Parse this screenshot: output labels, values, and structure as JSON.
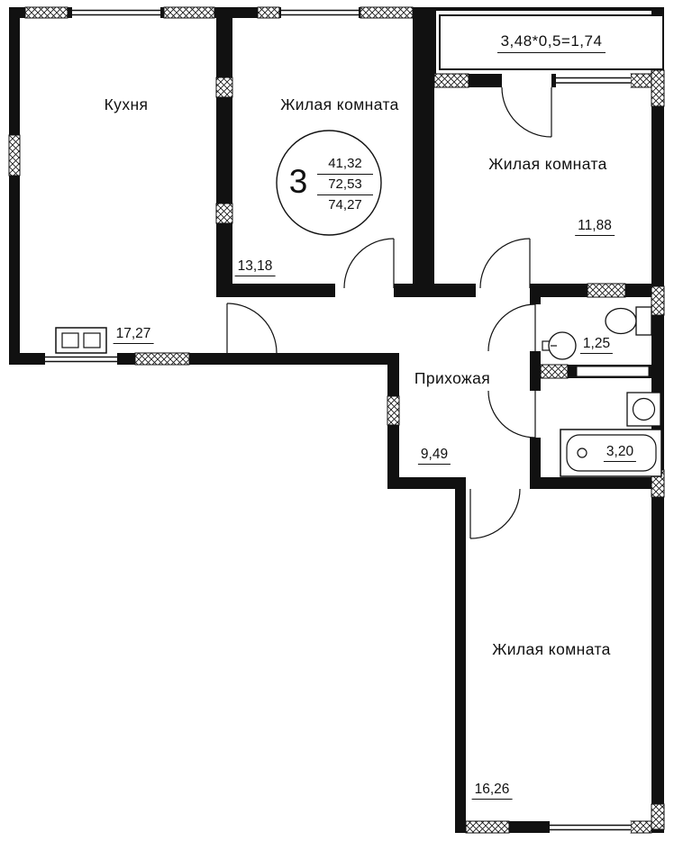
{
  "plan": {
    "balcony_note": "3,48*0,5=1,74",
    "summary": {
      "rooms_count": "3",
      "living_area": "41,32",
      "apartment_area": "72,53",
      "total_area": "74,27"
    },
    "rooms": [
      {
        "id": "kitchen",
        "label": "Кухня",
        "area": "17,27"
      },
      {
        "id": "living-room-1",
        "label": "Жилая комната",
        "area": "13,18"
      },
      {
        "id": "living-room-2",
        "label": "Жилая комната",
        "area": "11,88"
      },
      {
        "id": "hallway",
        "label": "Прихожая",
        "area": "9,49"
      },
      {
        "id": "wc",
        "label": "",
        "area": "1,25"
      },
      {
        "id": "bathroom",
        "label": "",
        "area": "3,20"
      },
      {
        "id": "living-room-3",
        "label": "Жилая комната",
        "area": "16,26"
      }
    ],
    "fixtures": [
      "stove-icon",
      "sink-icon",
      "toilet-icon",
      "washing-machine-icon",
      "bathtub-icon"
    ],
    "colors": {
      "wall": "#111111",
      "background": "#ffffff"
    }
  }
}
